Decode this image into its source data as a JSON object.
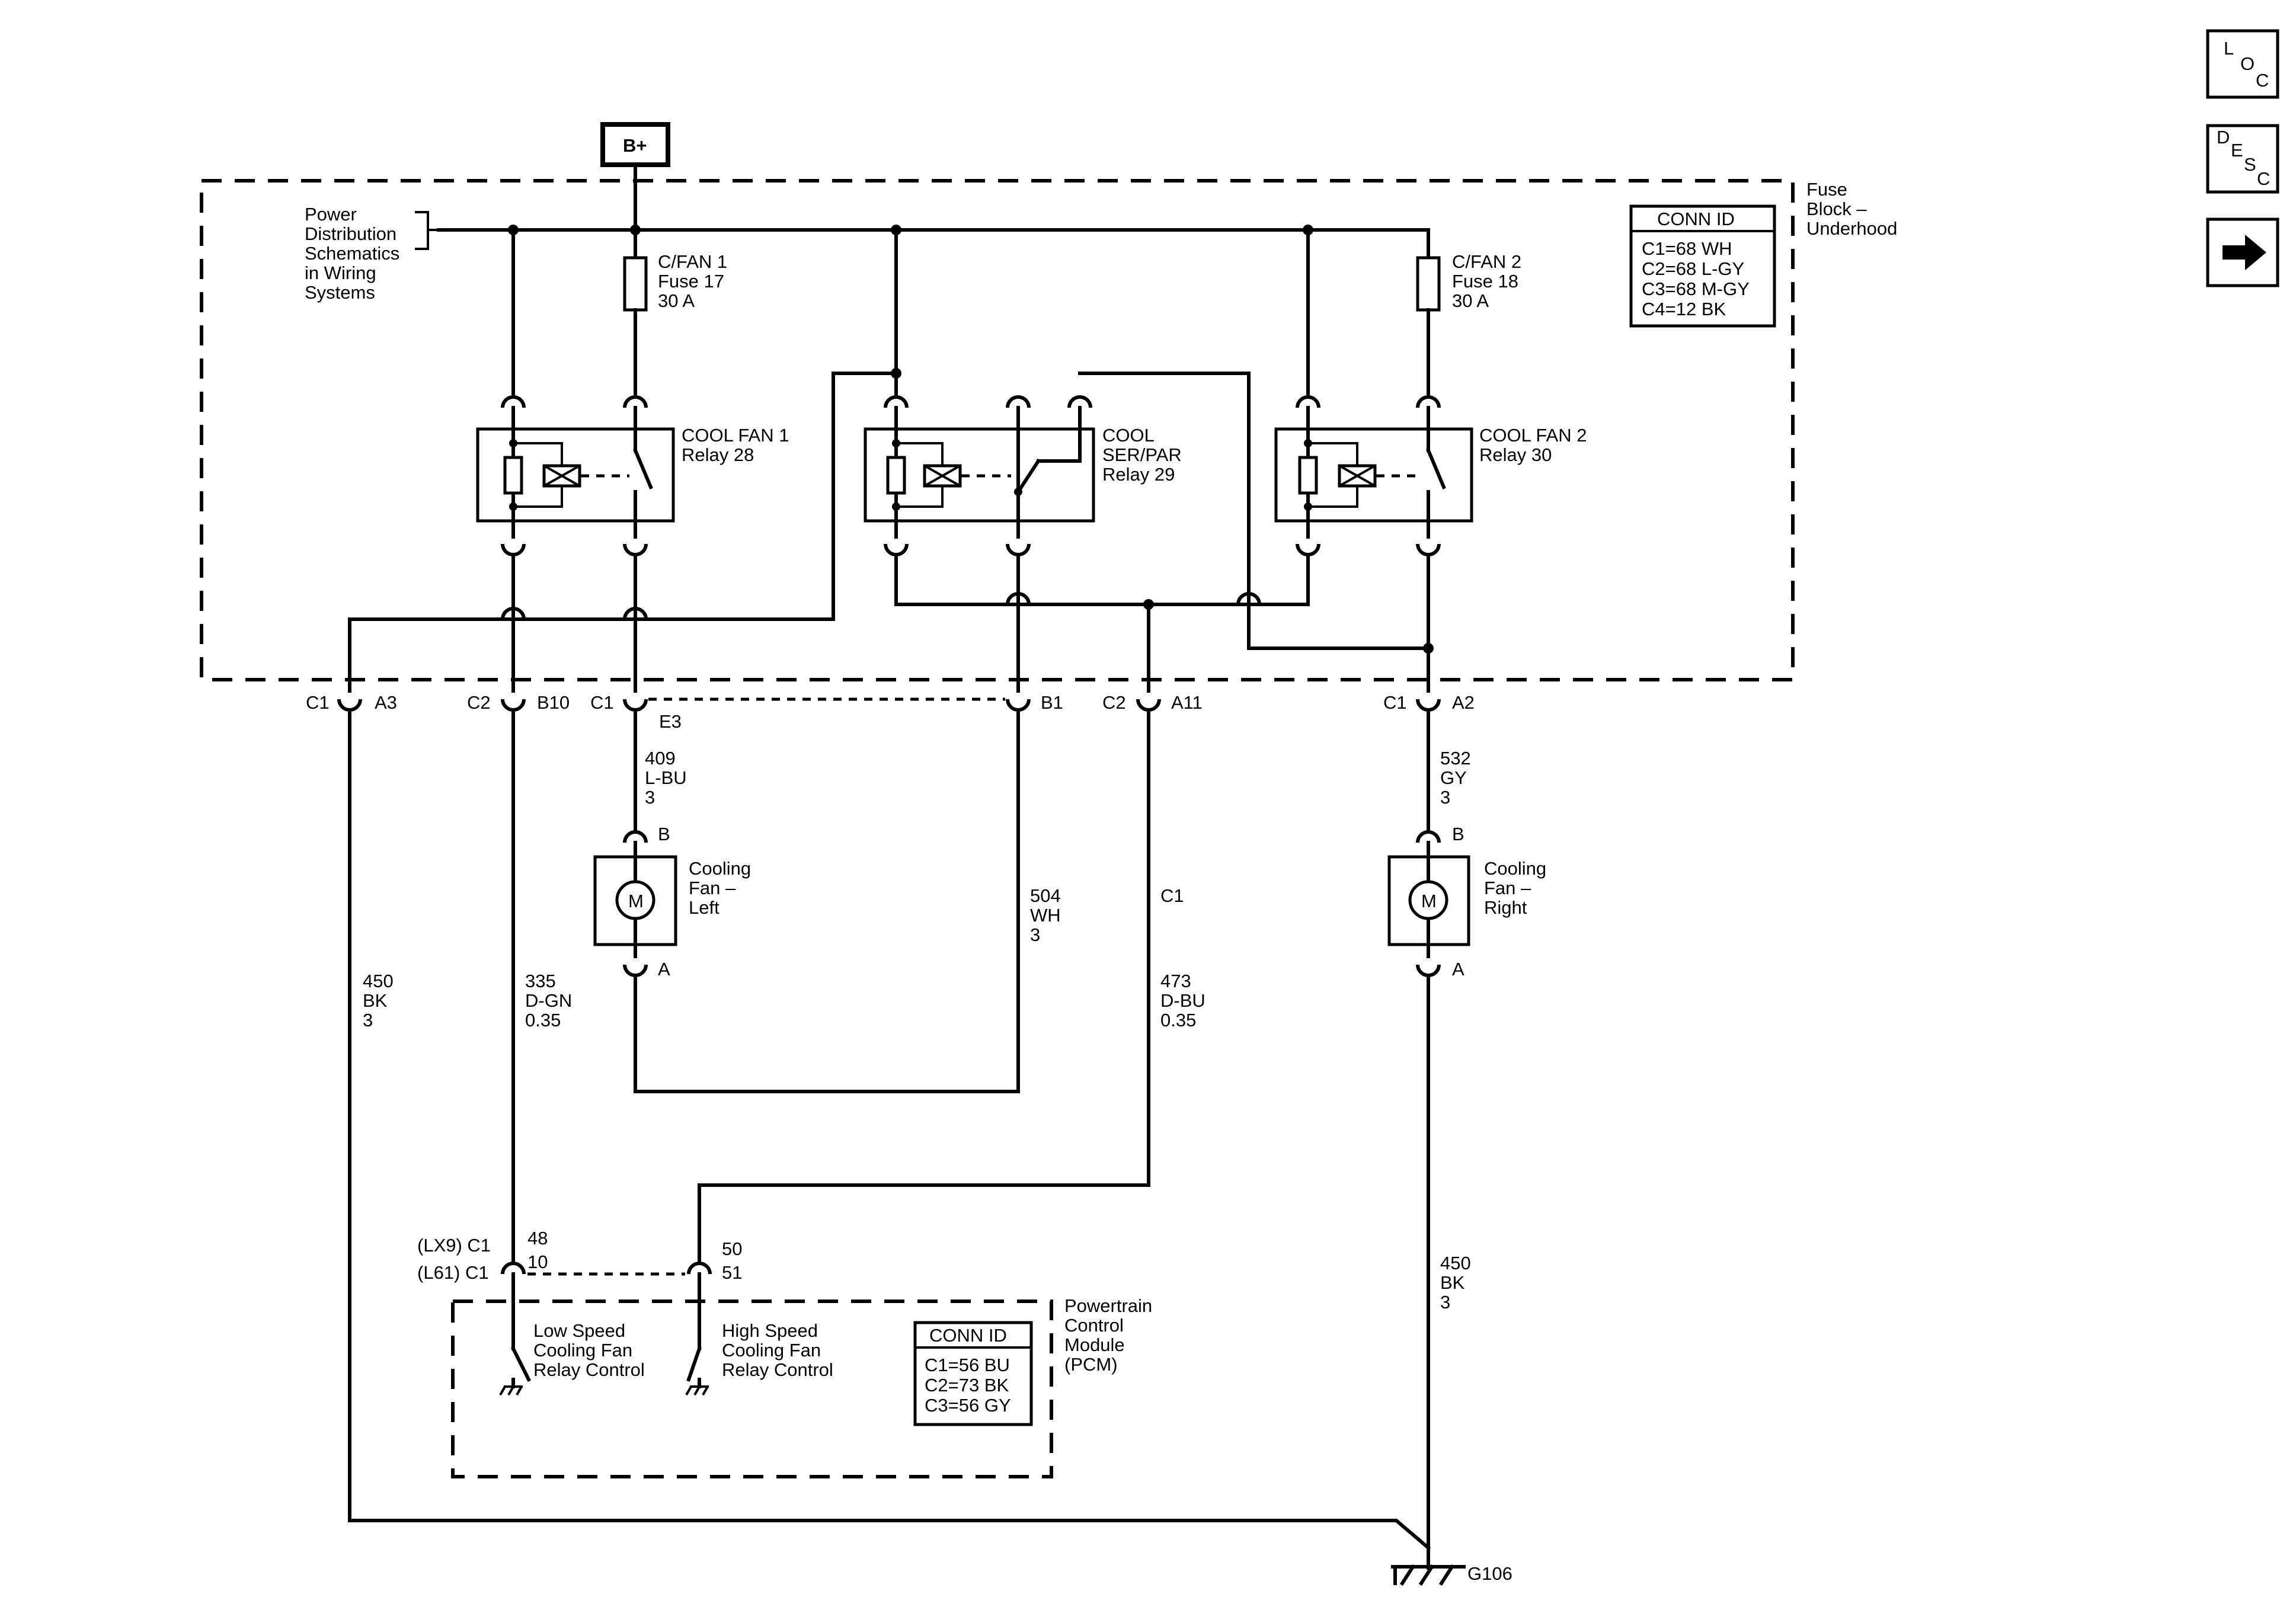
{
  "nav": {
    "loc": [
      "L",
      "O",
      "C"
    ],
    "desc": [
      "D",
      "E",
      "S",
      "C"
    ],
    "next_icon": "right-arrow-icon"
  },
  "power_source": "B+",
  "power_dist_note": [
    "Power",
    "Distribution",
    "Schematics",
    "in Wiring",
    "Systems"
  ],
  "fuse_block": {
    "label": [
      "Fuse",
      "Block –",
      "Underhood"
    ],
    "conn_id_title": "CONN ID",
    "conn_ids": [
      "C1=68 WH",
      "C2=68 L-GY",
      "C3=68 M-GY",
      "C4=12 BK"
    ]
  },
  "fuses": [
    {
      "lines": [
        "C/FAN 1",
        "Fuse 17",
        "30 A"
      ]
    },
    {
      "lines": [
        "C/FAN 2",
        "Fuse 18",
        "30 A"
      ]
    }
  ],
  "relays": [
    {
      "lines": [
        "COOL FAN 1",
        "Relay 28"
      ]
    },
    {
      "lines": [
        "COOL",
        "SER/PAR",
        "Relay 29"
      ]
    },
    {
      "lines": [
        "COOL FAN 2",
        "Relay 30"
      ]
    }
  ],
  "connectors": [
    {
      "conn": "C1",
      "pin": "A3"
    },
    {
      "conn": "C2",
      "pin": "B10"
    },
    {
      "conn": "C1",
      "pin": "E3"
    },
    {
      "conn": "",
      "pin": "B1"
    },
    {
      "conn": "C2",
      "pin": "A11"
    },
    {
      "conn": "C1",
      "pin": "A2"
    }
  ],
  "wires": [
    {
      "lines": [
        "409",
        "L-BU",
        "3"
      ]
    },
    {
      "lines": [
        "532",
        "GY",
        "3"
      ]
    },
    {
      "lines": [
        "504",
        "WH",
        "3"
      ]
    },
    {
      "lines": [
        "C1"
      ]
    },
    {
      "lines": [
        "450",
        "BK",
        "3"
      ]
    },
    {
      "lines": [
        "335",
        "D-GN",
        "0.35"
      ]
    },
    {
      "lines": [
        "473",
        "D-BU",
        "0.35"
      ]
    },
    {
      "lines": [
        "450",
        "BK",
        "3"
      ]
    }
  ],
  "motors": [
    {
      "symbol": "M",
      "label": [
        "Cooling",
        "Fan –",
        "Left"
      ],
      "pin_top": "B",
      "pin_bottom": "A"
    },
    {
      "symbol": "M",
      "label": [
        "Cooling",
        "Fan –",
        "Right"
      ],
      "pin_top": "B",
      "pin_bottom": "A"
    }
  ],
  "pcm": {
    "conn_left": [
      "(LX9) C1",
      "(L61) C1"
    ],
    "pins_low": [
      "48",
      "10"
    ],
    "pins_high": [
      "50",
      "51"
    ],
    "low_ctrl": [
      "Low Speed",
      "Cooling Fan",
      "Relay Control"
    ],
    "high_ctrl": [
      "High Speed",
      "Cooling Fan",
      "Relay Control"
    ],
    "label": [
      "Powertrain",
      "Control",
      "Module",
      "(PCM)"
    ],
    "conn_id_title": "CONN ID",
    "conn_ids": [
      "C1=56 BU",
      "C2=73 BK",
      "C3=56 GY"
    ]
  },
  "ground": "G106"
}
